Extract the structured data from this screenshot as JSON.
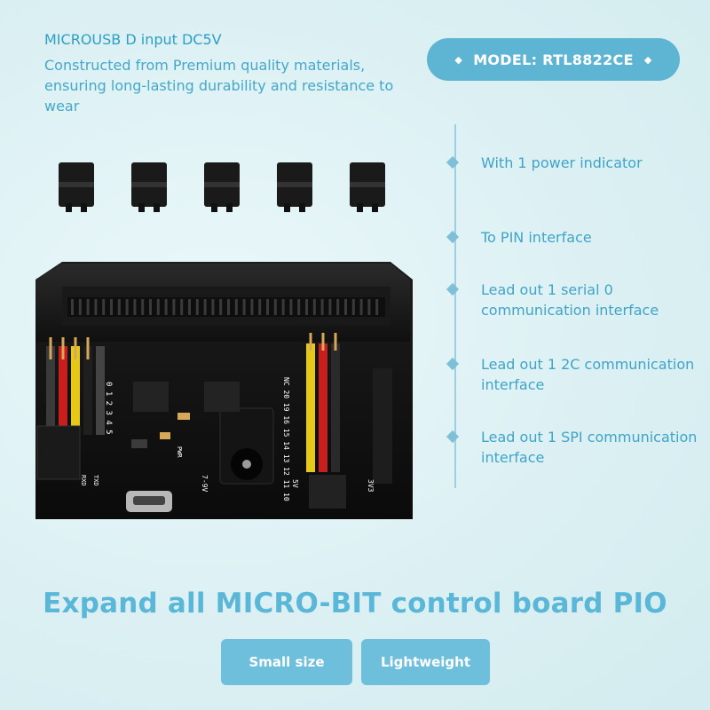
{
  "header": {
    "headline": "MICROUSB D input DC5V",
    "description": "Constructed from Premium quality materials, ensuring long-lasting durability and resistance to wear"
  },
  "model": {
    "label": "MODEL: RTL8822CE",
    "left_glyph": "◆",
    "right_glyph": "◆"
  },
  "features": [
    "With 1 power indicator",
    "To PIN interface",
    "Lead out 1 serial 0 communication interface",
    "Lead out 1 2C communication interface",
    "Lead out 1 SPI communication interface"
  ],
  "product_image": {
    "jumper_count": 5,
    "board_labels": {
      "pins_left": "0 1 2 3 4 5",
      "pins_right": "NC 20 19 16 15 14 13 12 11 10",
      "power_in": "7-9V",
      "v5": "5V",
      "v33": "3V3",
      "pwr": "PWR",
      "rx": "RXD",
      "tx": "TXD"
    }
  },
  "title": "Expand all MICRO-BIT control board PIO",
  "buttons": {
    "small_size": "Small size",
    "lightweight": "Lightweight"
  },
  "colors": {
    "accent": "#5ab7d8",
    "text_blue": "#3fa4c7",
    "pill": "#5eb5d3",
    "button": "#6ebfdc",
    "background": "#dff1f4"
  }
}
